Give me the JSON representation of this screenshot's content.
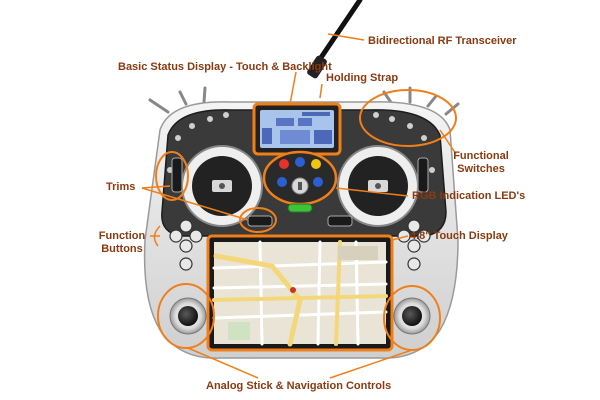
{
  "colors": {
    "accent": "#f07f1a",
    "label": "#8a3a10",
    "body": "#ececec",
    "faceplate": "#3a3a3a",
    "lcd": "#a9c4ea",
    "map_bg": "#e9e4d6",
    "map_road": "#f5d77b"
  },
  "labels": {
    "rf_transceiver": "Bidirectional RF Transceiver",
    "status_display": "Basic Status Display - Touch & Backlight",
    "holding_strap": "Holding Strap",
    "functional_switches_1": "Functional",
    "functional_switches_2": "Switches",
    "trims": "Trims",
    "rgb_leds": "RGB Indication LED's",
    "function_buttons_1": "Function",
    "function_buttons_2": "Buttons",
    "touch_display": "4.8\" Touch Display",
    "analog_stick": "Analog Stick & Navigation Controls"
  },
  "icons": {
    "led_red": "#e5332a",
    "led_blue": "#2c5fd1",
    "led_yellow": "#f2c515",
    "led_green": "#3fc23a"
  }
}
